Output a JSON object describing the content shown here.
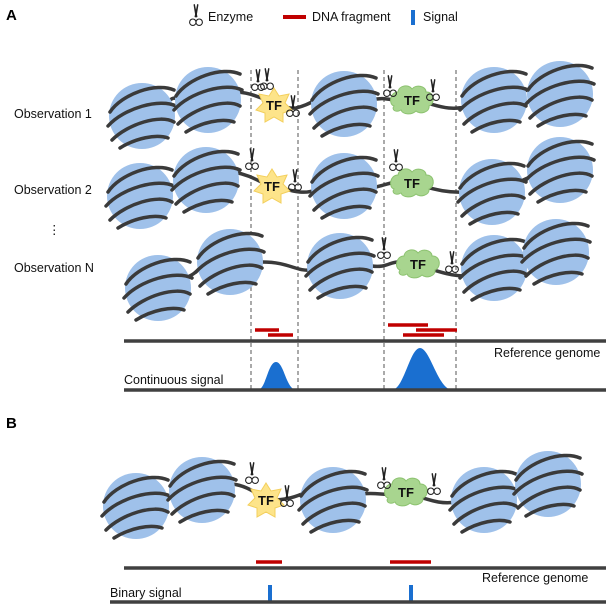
{
  "panels": {
    "a": "A",
    "b": "B"
  },
  "legend": {
    "enzyme": "Enzyme",
    "dna_fragment": "DNA fragment",
    "signal": "Signal",
    "fragment_color": "#c00000",
    "signal_color": "#1a6fd0"
  },
  "observations": [
    "Observation 1",
    "Observation 2",
    "Observation N"
  ],
  "ellipsis": "⋮",
  "tf_label": "TF",
  "labels": {
    "reference_genome_a": "Reference genome",
    "continuous_signal": "Continuous signal",
    "reference_genome_b": "Reference genome",
    "binary_signal": "Binary signal"
  },
  "colors": {
    "nucleosome": "#9fc1ea",
    "tf_star": "#fde48a",
    "tf_cloud": "#a8d58f",
    "dna": "#3a3a3a"
  }
}
